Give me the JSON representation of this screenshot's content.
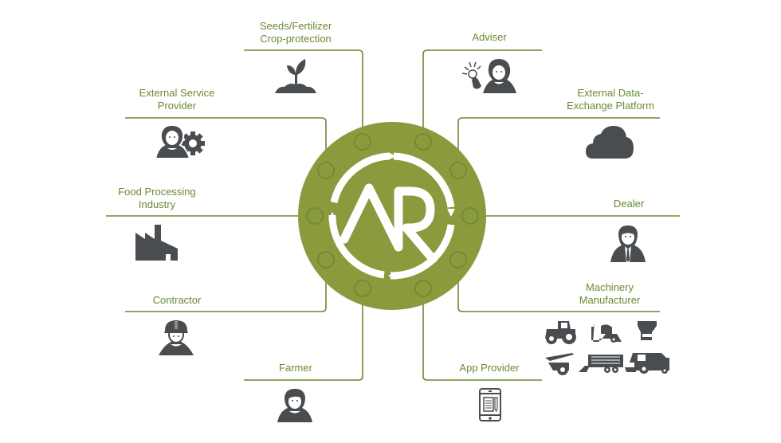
{
  "colors": {
    "accent": "#8b9a3c",
    "line": "#6b8a32",
    "label": "#6b8a32",
    "icon": "#4a4d50",
    "background": "#ffffff"
  },
  "center": {
    "logo_text": "AR",
    "logo_name": "agrirouter-logo"
  },
  "stakeholders": [
    {
      "id": "seeds",
      "lines": [
        "Seeds/Fertilizer",
        "Crop-protection"
      ],
      "icon": "sprout-icon"
    },
    {
      "id": "adviser",
      "lines": [
        "Adviser"
      ],
      "icon": "adviser-lightbulb-icon"
    },
    {
      "id": "external-service",
      "lines": [
        "External Service",
        "Provider"
      ],
      "icon": "person-gear-icon"
    },
    {
      "id": "external-data",
      "lines": [
        "External Data-",
        "Exchange Platform"
      ],
      "icon": "cloud-icon"
    },
    {
      "id": "food",
      "lines": [
        "Food Processing",
        "Industry"
      ],
      "icon": "factory-icon"
    },
    {
      "id": "dealer",
      "lines": [
        "Dealer"
      ],
      "icon": "businessman-icon"
    },
    {
      "id": "contractor",
      "lines": [
        "Contractor"
      ],
      "icon": "helmet-worker-icon"
    },
    {
      "id": "machinery",
      "lines": [
        "Machinery",
        "Manufacturer"
      ],
      "icon": "farm-machinery-icons"
    },
    {
      "id": "farmer",
      "lines": [
        "Farmer"
      ],
      "icon": "farmer-icon"
    },
    {
      "id": "app",
      "lines": [
        "App Provider"
      ],
      "icon": "tablet-app-icon"
    }
  ],
  "machinery_items": [
    "tractor-icon",
    "seed-drill-icon",
    "spreader-icon",
    "sprayer-icon",
    "trailer-icon",
    "combine-harvester-icon"
  ]
}
